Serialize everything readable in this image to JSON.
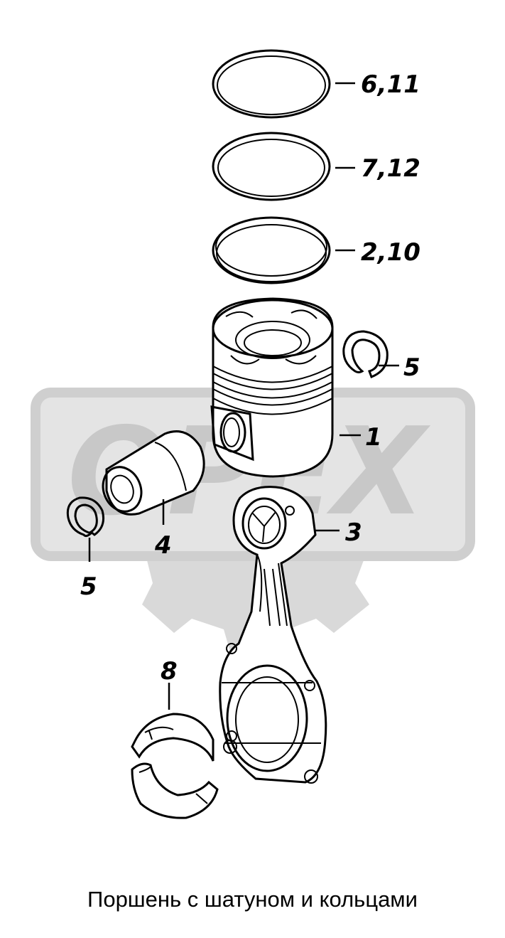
{
  "watermark": {
    "text": "OPEX",
    "color": "#c8c8c8"
  },
  "callouts": {
    "ring_top": "6,11",
    "ring_middle": "7,12",
    "ring_bottom": "2,10",
    "circlip_right": "5",
    "piston": "1",
    "piston_pin": "4",
    "circlip_left": "5",
    "connecting_rod": "3",
    "bearing_shells": "8"
  },
  "caption": "Поршень с шатуном и кольцами"
}
